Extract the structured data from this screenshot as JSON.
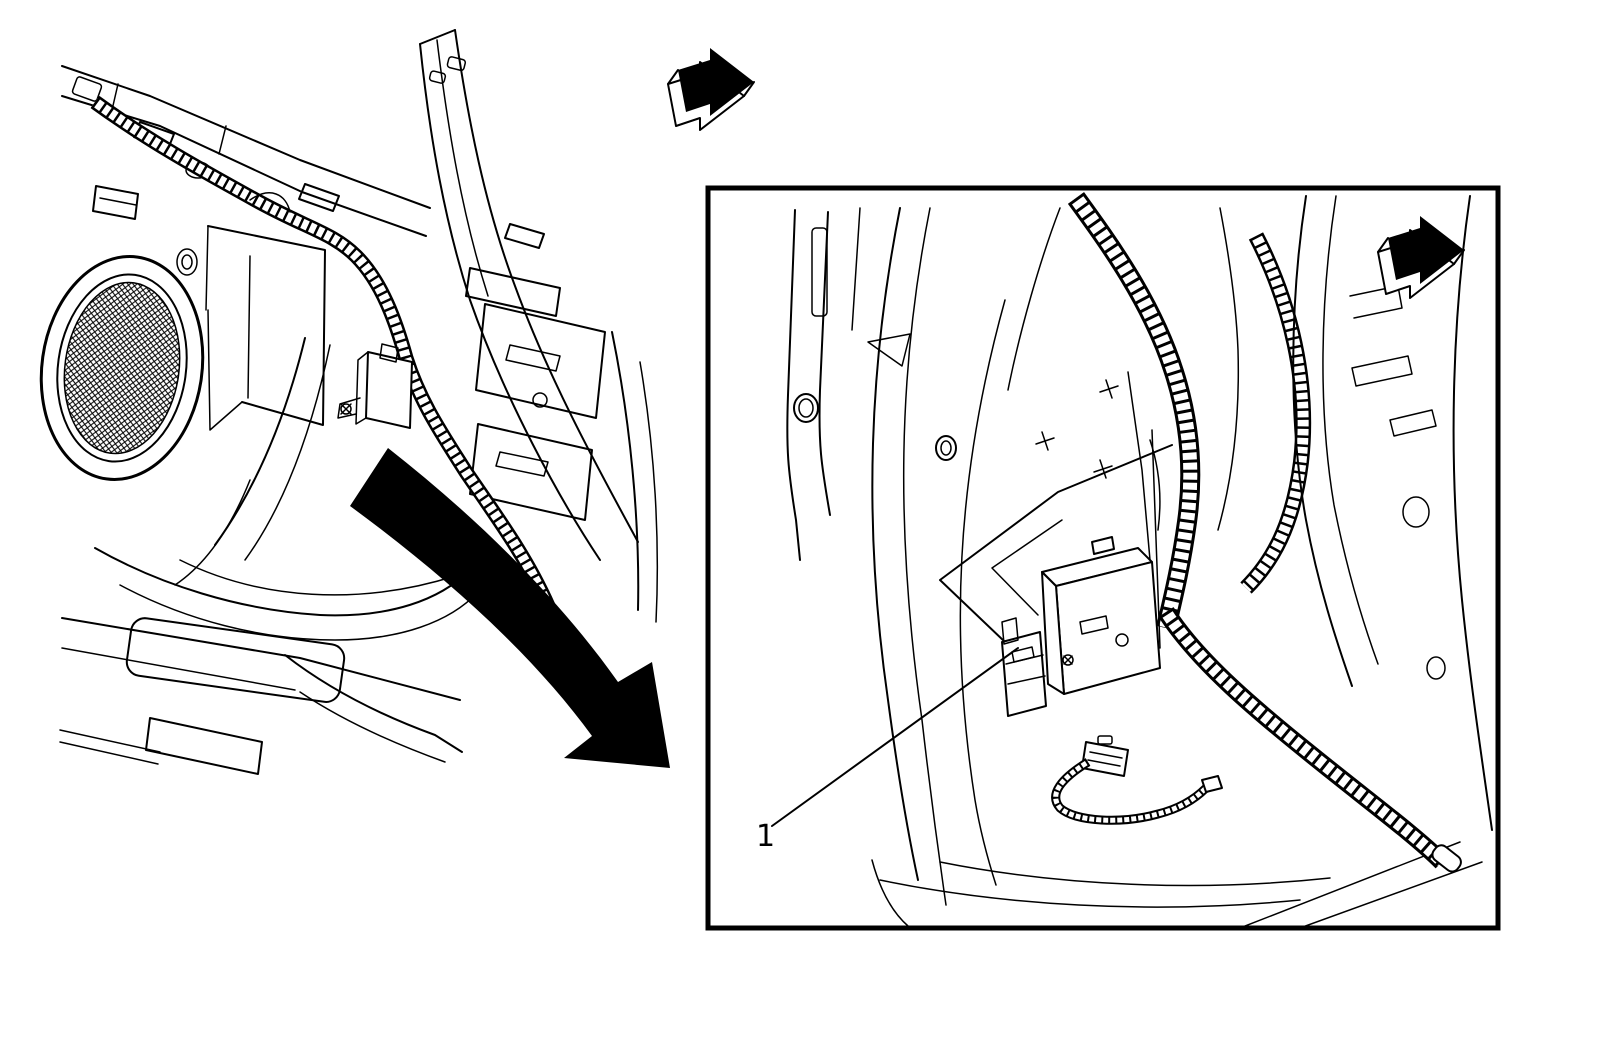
{
  "figure": {
    "kind": "service-manual-line-illustration",
    "background_color": "#ffffff",
    "line_color": "#000000",
    "arrow_fill_color": "#000000"
  },
  "callout": {
    "label": "1"
  },
  "icons": {
    "direction_arrow_main": "3d-forward-direction-arrow",
    "direction_arrow_detail": "3d-forward-direction-arrow",
    "zoom_arrow": "detail-zoom-curved-arrow"
  }
}
